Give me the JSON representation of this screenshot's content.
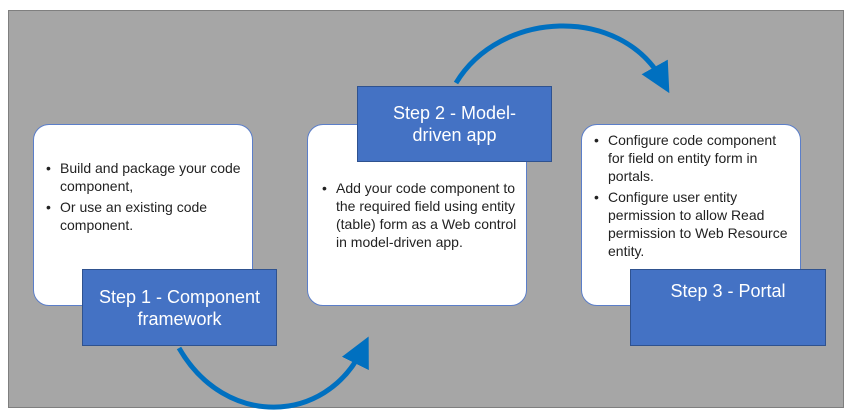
{
  "steps": [
    {
      "label": "Step 1 - Component\nframework",
      "bullets": [
        "Build and package your code component,",
        "Or use an existing code component."
      ]
    },
    {
      "label": "Step 2 - Model-\ndriven app",
      "bullets": [
        "Add your code component to the required field using entity (table) form as a Web control in model-driven app."
      ]
    },
    {
      "label": "Step 3 - Portal",
      "bullets": [
        "Configure code component for field on entity form in portals.",
        "Configure user entity permission to allow Read permission to Web Resource entity."
      ]
    }
  ],
  "colors": {
    "background": "#a6a6a6",
    "label_fill": "#4472c4",
    "card_fill": "#ffffff",
    "arrow": "#0070c0"
  },
  "connectors": [
    {
      "from_step": 1,
      "to_step": 2,
      "icon": "curved-arrow-icon"
    },
    {
      "from_step": 2,
      "to_step": 3,
      "icon": "curved-arrow-icon"
    }
  ]
}
